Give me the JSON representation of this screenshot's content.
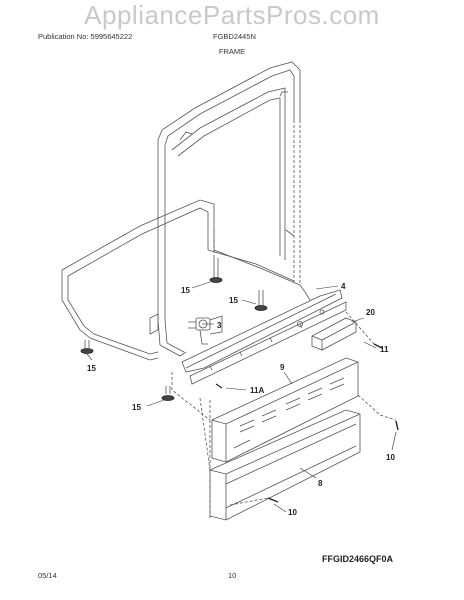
{
  "watermark": "AppliancePartsPros.com",
  "header": {
    "publication": "Publication No: 5995645222",
    "model": "FGBD2445N"
  },
  "section_title": "FRAME",
  "callouts": {
    "c15a": "15",
    "c15b": "15",
    "c15c": "15",
    "c15d": "15",
    "c4": "4",
    "c3": "3",
    "c20": "20",
    "c11": "11",
    "c11a": "11A",
    "c9": "9",
    "c10a": "10",
    "c8": "8",
    "c10b": "10"
  },
  "diagram_code": "FFGID2466QF0A",
  "footer": {
    "date": "05/14",
    "page": "10"
  }
}
